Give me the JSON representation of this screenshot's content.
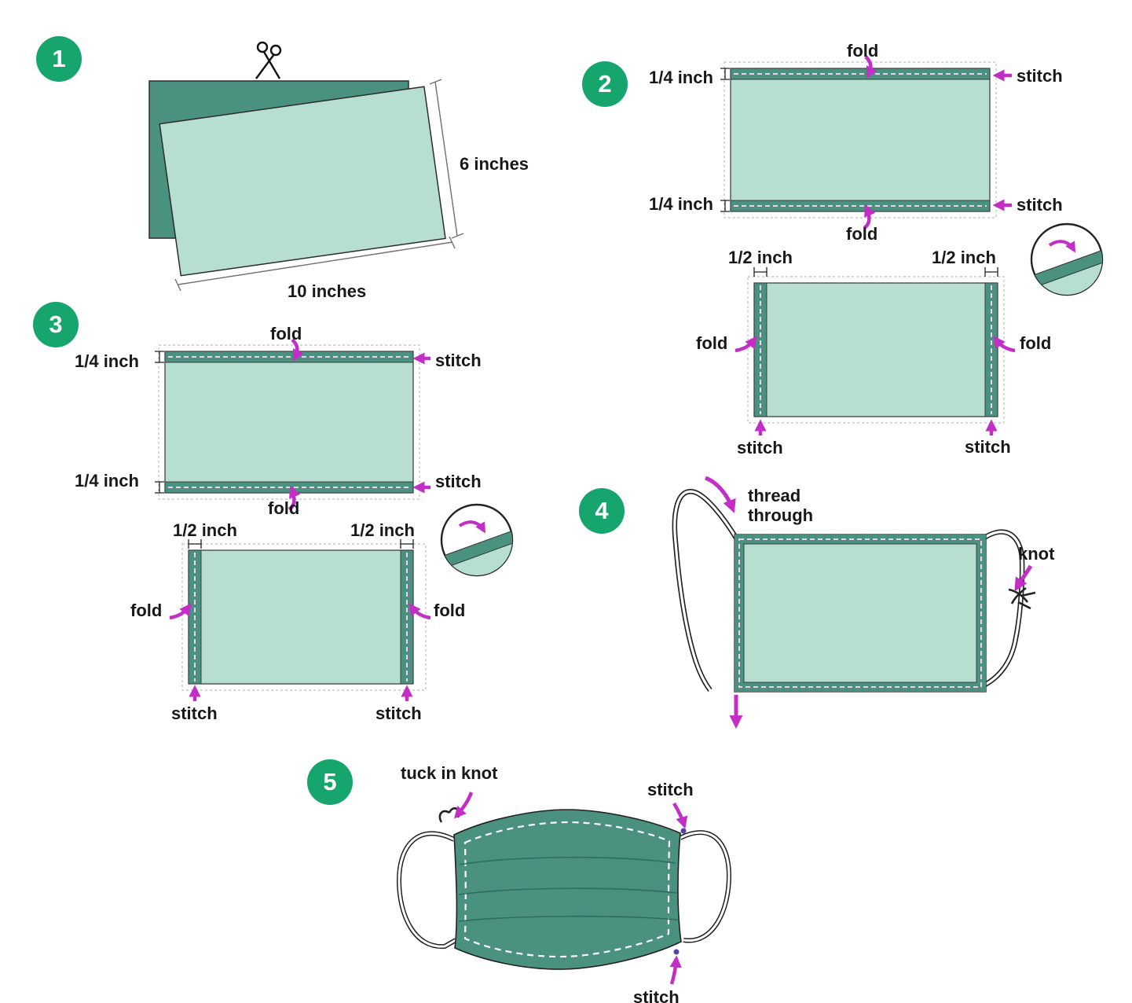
{
  "colors": {
    "step_badge_green": "#16a56c",
    "fabric_dark_teal": "#4a9180",
    "fabric_light_mint": "#b7dfd1",
    "arrow_magenta": "#c32ec6",
    "stitch_thread_pink": "#f3cdee"
  },
  "step1": {
    "number": "1",
    "height_label": "6 inches",
    "width_label": "10 inches"
  },
  "step2": {
    "number": "2",
    "fold_top": "fold",
    "fold_bottom": "fold",
    "fold_left": "fold",
    "fold_right": "fold",
    "quarter_top": "1/4 inch",
    "quarter_bottom": "1/4 inch",
    "half_left": "1/2 inch",
    "half_right": "1/2 inch",
    "stitch_top": "stitch",
    "stitch_bottom": "stitch",
    "stitch_left": "stitch",
    "stitch_right": "stitch"
  },
  "step3": {
    "number": "3",
    "fold_top": "fold",
    "fold_bottom": "fold",
    "fold_left": "fold",
    "fold_right": "fold",
    "quarter_top": "1/4 inch",
    "quarter_bottom": "1/4 inch",
    "half_left": "1/2 inch",
    "half_right": "1/2 inch",
    "stitch_top": "stitch",
    "stitch_bottom": "stitch",
    "stitch_left": "stitch",
    "stitch_right": "stitch"
  },
  "step4": {
    "number": "4",
    "thread_through": "thread through",
    "knot": "knot"
  },
  "step5": {
    "number": "5",
    "tuck_in_knot": "tuck in knot",
    "stitch_top": "stitch",
    "stitch_bottom": "stitch"
  }
}
